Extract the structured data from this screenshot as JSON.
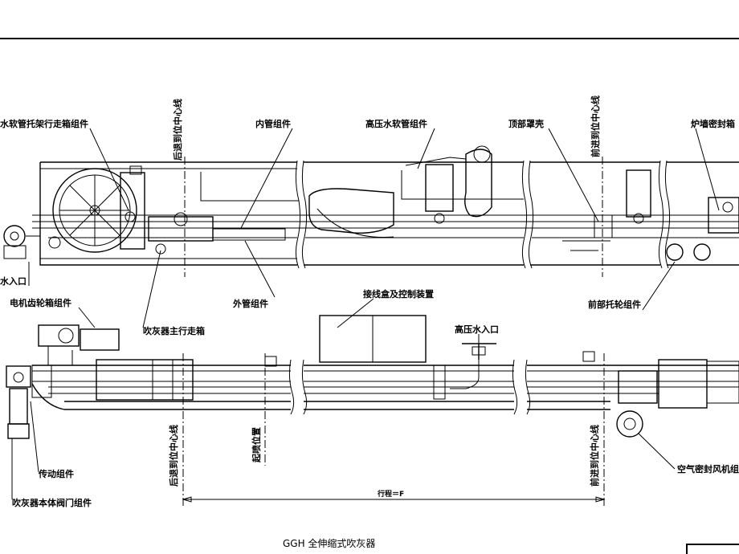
{
  "labels": {
    "hose_carriage": "水软管托架行走箱组件",
    "inner_tube": "内管组件",
    "hp_hose": "高压水软管组件",
    "top_cover": "顶部罩壳",
    "wall_seal": "炉墙密封箱",
    "water_inlet": "水入口",
    "motor_gearbox": "电机齿轮箱组件",
    "outer_tube": "外管组件",
    "main_carriage": "吹灰器主行走箱",
    "junction_box": "接线盒及控制装置",
    "hp_water_inlet": "高压水入口",
    "front_roller": "前部托轮组件",
    "drive": "传动组件",
    "valve": "吹灰器本体阀门组件",
    "air_seal": "空气密封风机组",
    "retract_cl_top": "后退到位中心线",
    "forward_cl_top": "前进到位中心线",
    "retract_cl_bottom": "后退到位中心线",
    "start_position": "起喷位置",
    "forward_cl_bottom": "前进到位中心线",
    "stroke": "行程＝F"
  },
  "caption": "GGH 全伸缩式吹灰器"
}
